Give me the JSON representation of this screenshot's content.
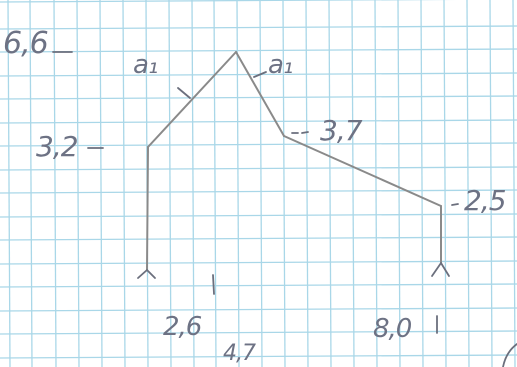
{
  "diagram": {
    "labels": {
      "height_top": "6,6",
      "height_eave": "3,2",
      "roof_left": "a₁",
      "roof_right": "a₁",
      "height_knee": "3,7",
      "height_right": "2,5",
      "span_left": "2,6",
      "span_right": "8,0",
      "bottom_note": "4,7"
    },
    "colors": {
      "paper": "#ffffff",
      "grid": "#a9d7e8",
      "frame": "#8a8a8a",
      "ink": "#6d7284"
    }
  }
}
